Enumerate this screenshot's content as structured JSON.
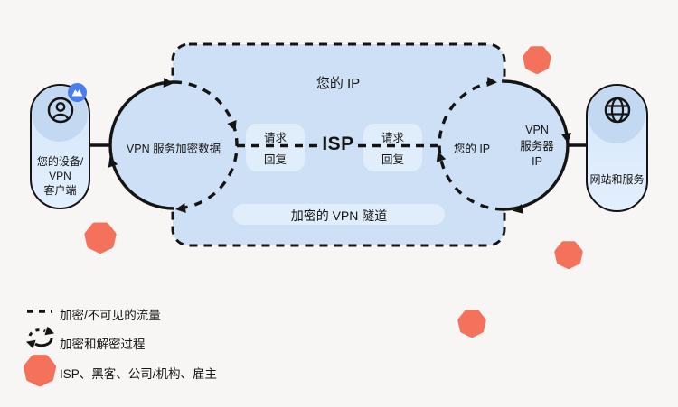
{
  "diagram": {
    "device": {
      "label": "您的设备/\nVPN\n客户端"
    },
    "left_cycle": {
      "label": "VPN 服务加密数据"
    },
    "tunnel": {
      "your_ip": "您的 IP",
      "isp": "ISP",
      "request": "请求",
      "reply": "回复",
      "tunnel_label": "加密的 VPN 隧道"
    },
    "right_cycle": {
      "your_ip": "您的 IP",
      "server_ip": "VPN\n服务器\nIP"
    },
    "website": {
      "label": "网站和服务"
    }
  },
  "legend": {
    "items": [
      {
        "icon": "dashed-line-icon",
        "label": "加密/不可见的流量"
      },
      {
        "icon": "cycle-arrows-icon",
        "label": "加密和解密过程"
      },
      {
        "icon": "threat-heptagon-icon",
        "label": "ISP、黑客、公司/机构、雇主"
      }
    ]
  },
  "colors": {
    "background": "#f7f6f4",
    "tunnel_fill": "#cde0f5",
    "light_fill": "#e0eefc",
    "pill_fill": "#dcecfd",
    "pill_accent": "#c3d9f2",
    "threat": "#f4715c",
    "badge": "#4a7df0",
    "line": "#141414"
  }
}
